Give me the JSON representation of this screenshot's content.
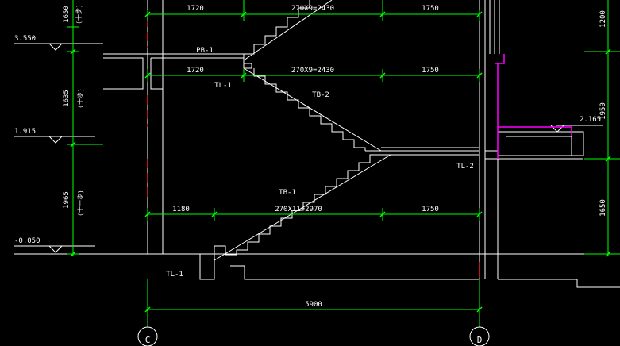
{
  "colors": {
    "background": "#000000",
    "structure": "#ffffff",
    "dimension": "#00ff00",
    "axis_red": "#ff2020",
    "magenta": "#ff00ff"
  },
  "dims_top": {
    "seg1": "1720",
    "seg2": "270X9=2430",
    "seg3": "1750"
  },
  "dims_middle": {
    "seg1": "1720",
    "seg2": "270X9=2430",
    "seg3": "1750"
  },
  "dims_bottom": {
    "seg1": "1180",
    "seg2": "270X11=2970",
    "seg3": "1750"
  },
  "dim_total": "5900",
  "left_vertical": {
    "top_partial": "1650",
    "top_partial_note": "(十步)",
    "mid": "1635",
    "mid_note": "(十步)",
    "lower": "1965",
    "lower_note": "(十一步)"
  },
  "right_vertical": {
    "top": "1200",
    "mid": "1950",
    "bottom": "1650"
  },
  "levels": {
    "upper": "3.550",
    "middle": "1.915",
    "ground": "-0.050",
    "right_landing": "2.165"
  },
  "labels": {
    "pb1": "PB-1",
    "tl1_upper": "TL-1",
    "tb2": "TB-2",
    "tl2": "TL-2",
    "tb1": "TB-1",
    "tl1_lower": "TL-1"
  },
  "axes": {
    "left": "C",
    "right": "D"
  }
}
